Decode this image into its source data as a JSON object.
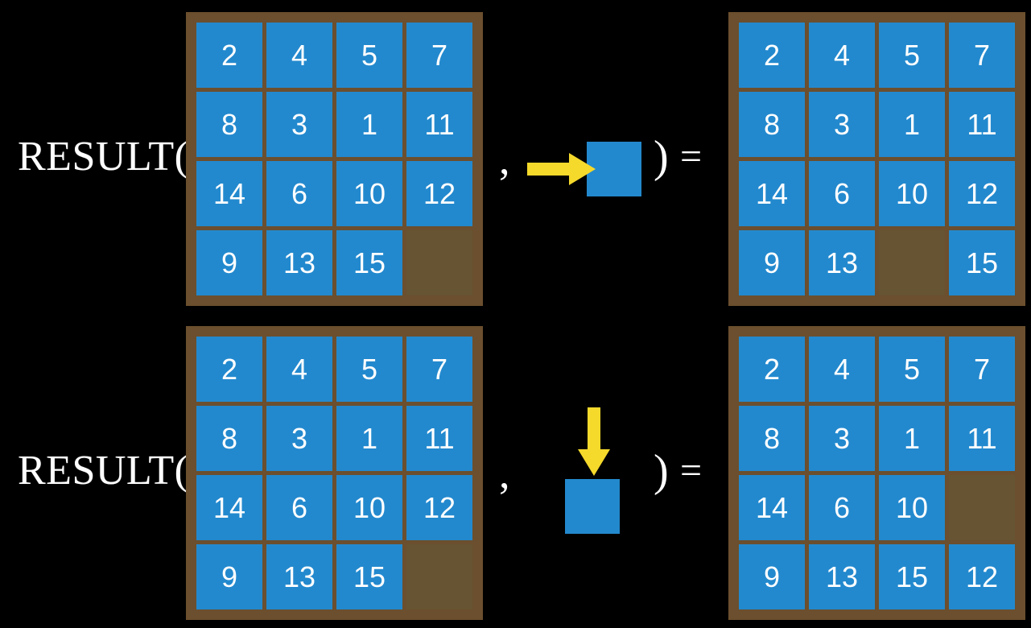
{
  "figure": {
    "background_color": "#000000",
    "title_text": "",
    "tile_color": "#2389ce",
    "frame_color": "#6b4f2e",
    "empty_cell_color": "#665433",
    "arrow_color": "#f5d92b",
    "text_color": "#ffffff"
  },
  "labels": {
    "result_open": "RESULT(",
    "comma": ",",
    "close_paren": ")",
    "equals": "="
  },
  "rows": [
    {
      "id": "row-top",
      "input_board": {
        "name": "input-board-top",
        "grid": [
          [
            "2",
            "4",
            "5",
            "7"
          ],
          [
            "8",
            "3",
            "1",
            "11"
          ],
          [
            "14",
            "6",
            "10",
            "12"
          ],
          [
            "9",
            "13",
            "15",
            ""
          ]
        ]
      },
      "move": {
        "name": "move-right",
        "direction": "right",
        "arrow_icon": "arrow-right-icon",
        "arrow_color": "#f5d92b",
        "tile_color": "#2389ce"
      },
      "output_board": {
        "name": "output-board-top",
        "grid": [
          [
            "2",
            "4",
            "5",
            "7"
          ],
          [
            "8",
            "3",
            "1",
            "11"
          ],
          [
            "14",
            "6",
            "10",
            "12"
          ],
          [
            "9",
            "13",
            "",
            "15"
          ]
        ]
      }
    },
    {
      "id": "row-bottom",
      "input_board": {
        "name": "input-board-bottom",
        "grid": [
          [
            "2",
            "4",
            "5",
            "7"
          ],
          [
            "8",
            "3",
            "1",
            "11"
          ],
          [
            "14",
            "6",
            "10",
            "12"
          ],
          [
            "9",
            "13",
            "15",
            ""
          ]
        ]
      },
      "move": {
        "name": "move-down",
        "direction": "down",
        "arrow_icon": "arrow-down-icon",
        "arrow_color": "#f5d92b",
        "tile_color": "#2389ce"
      },
      "output_board": {
        "name": "output-board-bottom",
        "grid": [
          [
            "2",
            "4",
            "5",
            "7"
          ],
          [
            "8",
            "3",
            "1",
            "11"
          ],
          [
            "14",
            "6",
            "10",
            ""
          ],
          [
            "9",
            "13",
            "15",
            "12"
          ]
        ]
      }
    }
  ]
}
